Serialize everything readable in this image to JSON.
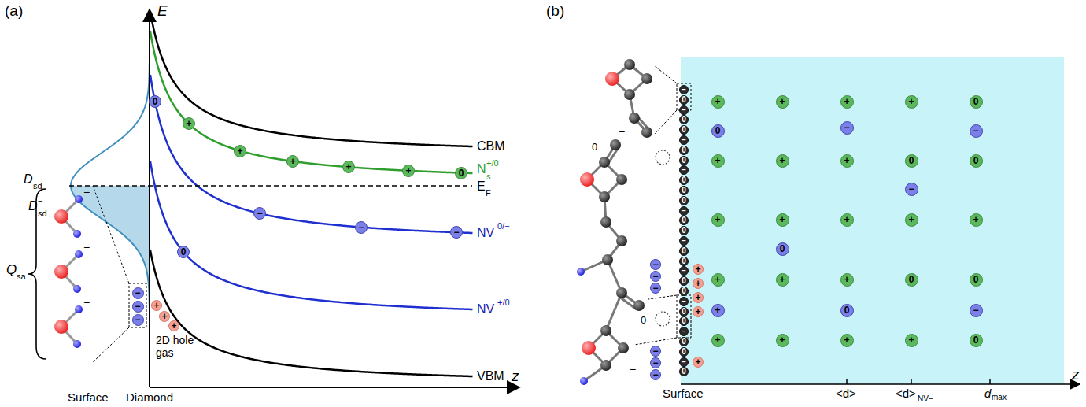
{
  "diagram": {
    "nodes": [
      {
        "text": [
          "+"
        ]
      },
      {
        "text": [
          "+"
        ]
      },
      {
        "text": [
          "+"
        ]
      },
      {
        "text": [
          "+"
        ]
      },
      {
        "text": [
          "+"
        ]
      },
      {
        "text": [
          "0"
        ]
      },
      {
        "text": [
          "0"
        ]
      },
      {
        "text": [
          "−"
        ]
      },
      {
        "text": [
          "−"
        ]
      },
      {
        "text": [
          "−"
        ]
      },
      {
        "text": [
          "0"
        ]
      },
      {
        "text": [
          "−"
        ]
      },
      {
        "text": [
          "−"
        ]
      },
      {
        "text": [
          "−"
        ]
      },
      {
        "text": [
          "+"
        ]
      },
      {
        "text": [
          "+"
        ]
      },
      {
        "text": [
          "+"
        ]
      },
      {
        "text": [
          "+"
        ]
      },
      {
        "text": [
          "+"
        ]
      },
      {
        "text": [
          "+"
        ]
      },
      {
        "text": [
          "+"
        ]
      },
      {
        "text": [
          "0"
        ]
      },
      {
        "text": [
          "+"
        ]
      },
      {
        "text": [
          "+"
        ]
      },
      {
        "text": [
          "+"
        ]
      },
      {
        "text": [
          "0"
        ]
      },
      {
        "text": [
          "0"
        ]
      },
      {
        "text": [
          "+"
        ]
      },
      {
        "text": [
          "+"
        ]
      },
      {
        "text": [
          "+"
        ]
      },
      {
        "text": [
          "+"
        ]
      },
      {
        "text": [
          "+"
        ]
      },
      {
        "text": [
          "+"
        ]
      },
      {
        "text": [
          "+"
        ]
      },
      {
        "text": [
          "+"
        ]
      },
      {
        "text": [
          "0"
        ]
      },
      {
        "text": [
          "0"
        ]
      },
      {
        "text": [
          "+"
        ]
      },
      {
        "text": [
          "+"
        ]
      },
      {
        "text": [
          "+"
        ]
      },
      {
        "text": [
          "+"
        ]
      },
      {
        "text": [
          "0"
        ]
      },
      {
        "text": [
          "0"
        ]
      },
      {
        "text": [
          "−"
        ]
      },
      {
        "text": [
          "−"
        ]
      },
      {
        "text": [
          "−"
        ]
      },
      {
        "text": [
          "0"
        ]
      },
      {
        "text": [
          "+"
        ]
      },
      {
        "text": [
          "0"
        ]
      },
      {
        "text": [
          "−"
        ]
      },
      {
        "text": [
          "−"
        ]
      },
      {
        "text": [
          "0"
        ]
      },
      {
        "text": [
          "−"
        ]
      },
      {
        "text": [
          "0"
        ]
      },
      {
        "text": [
          "0"
        ]
      },
      {
        "text": [
          "−"
        ]
      },
      {
        "text": [
          "0"
        ]
      },
      {
        "text": [
          "0"
        ]
      },
      {
        "text": [
          "−"
        ]
      },
      {
        "text": [
          "0"
        ]
      },
      {
        "text": [
          "0"
        ]
      },
      {
        "text": [
          "0"
        ]
      },
      {
        "text": [
          "−"
        ]
      },
      {
        "text": [
          "0"
        ]
      },
      {
        "text": [
          "0"
        ]
      },
      {
        "text": [
          "−"
        ]
      },
      {
        "text": [
          "0"
        ]
      },
      {
        "text": [
          "0"
        ]
      },
      {
        "text": [
          "−"
        ]
      },
      {
        "text": [
          "0"
        ]
      },
      {
        "text": [
          "0"
        ]
      },
      {
        "text": [
          "−"
        ]
      },
      {
        "text": [
          "0"
        ]
      },
      {
        "text": [
          "0"
        ]
      },
      {
        "text": [
          "−"
        ]
      },
      {
        "text": [
          "0"
        ]
      },
      {
        "text": [
          "0"
        ]
      },
      {
        "text": [
          "−"
        ]
      },
      {
        "text": [
          "0"
        ]
      },
      {
        "text": [
          "−"
        ]
      },
      {
        "text": [
          "−"
        ]
      },
      {
        "text": [
          "−"
        ]
      },
      {
        "text": [
          "−"
        ]
      },
      {
        "text": [
          "−"
        ]
      },
      {
        "text": [
          "−"
        ]
      },
      {
        "text": [
          "+"
        ]
      },
      {
        "text": [
          "+"
        ]
      },
      {
        "text": [
          "+"
        ]
      },
      {
        "text": [
          "+"
        ]
      },
      {
        "text": [
          "+"
        ]
      }
    ],
    "labels": [
      "(a)",
      "E",
      "z",
      "CBM",
      "N",
      "s",
      "+/0",
      "E",
      "F",
      "NV",
      "0/−",
      "NV",
      "+/0",
      "VBM",
      "D",
      "sd",
      "D",
      "sd",
      "−",
      "Q",
      "sa",
      "−",
      "−",
      "−",
      "2D hole gas",
      "Surface",
      "Diamond",
      "(b)",
      "−",
      "0",
      "0",
      "−",
      "Surface",
      "<d>",
      "<d>",
      "NV−",
      "d",
      "max",
      "z"
    ]
  }
}
